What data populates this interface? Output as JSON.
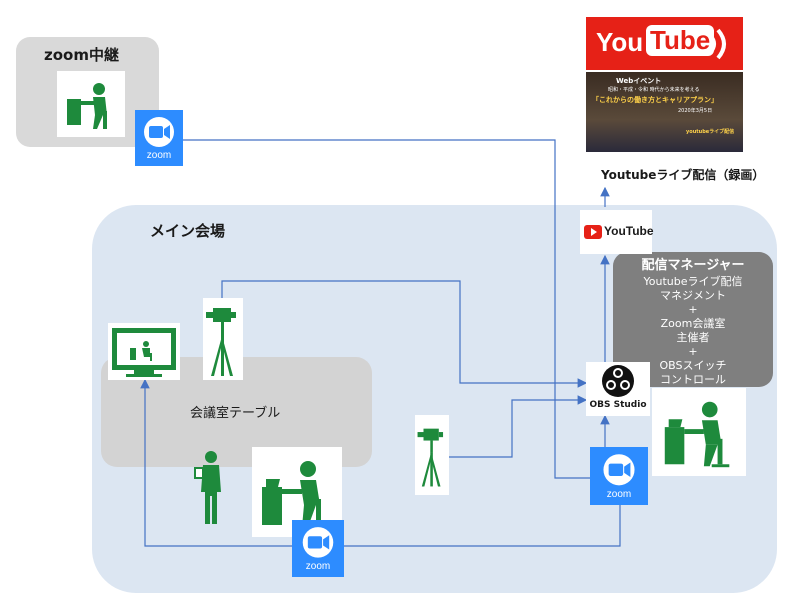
{
  "zoom_relay": {
    "title": "zoom中継"
  },
  "main_venue": {
    "title": "メイン会場"
  },
  "conference_table": {
    "label": "会議室テーブル"
  },
  "manager": {
    "title": "配信マネージャー",
    "lines": [
      "Youtubeライブ配信",
      "マネジメント",
      "+",
      "Zoom会議室",
      "主催者",
      "+",
      "OBSスイッチ",
      "コントロール"
    ]
  },
  "youtube": {
    "logo_you": "You",
    "logo_tube": "Tube",
    "small_logo_text": "YouTube",
    "live_caption": "Youtubeライブ配信（録画）"
  },
  "event_banner": {
    "line1": "Webイベント",
    "line2": "昭和・平成・令和 時代から未来を考える",
    "line3": "「これからの働き方とキャリアプラン」",
    "date": "2020年3月5日",
    "footer": "youtubeライブ配信"
  },
  "obs": {
    "label": "OBS Studio"
  },
  "zoom": {
    "label": "zoom"
  },
  "colors": {
    "accent_green": "#1e8a3c",
    "zoom_blue": "#2d8cff",
    "youtube_red": "#e62117",
    "line_blue": "#4472c4"
  }
}
